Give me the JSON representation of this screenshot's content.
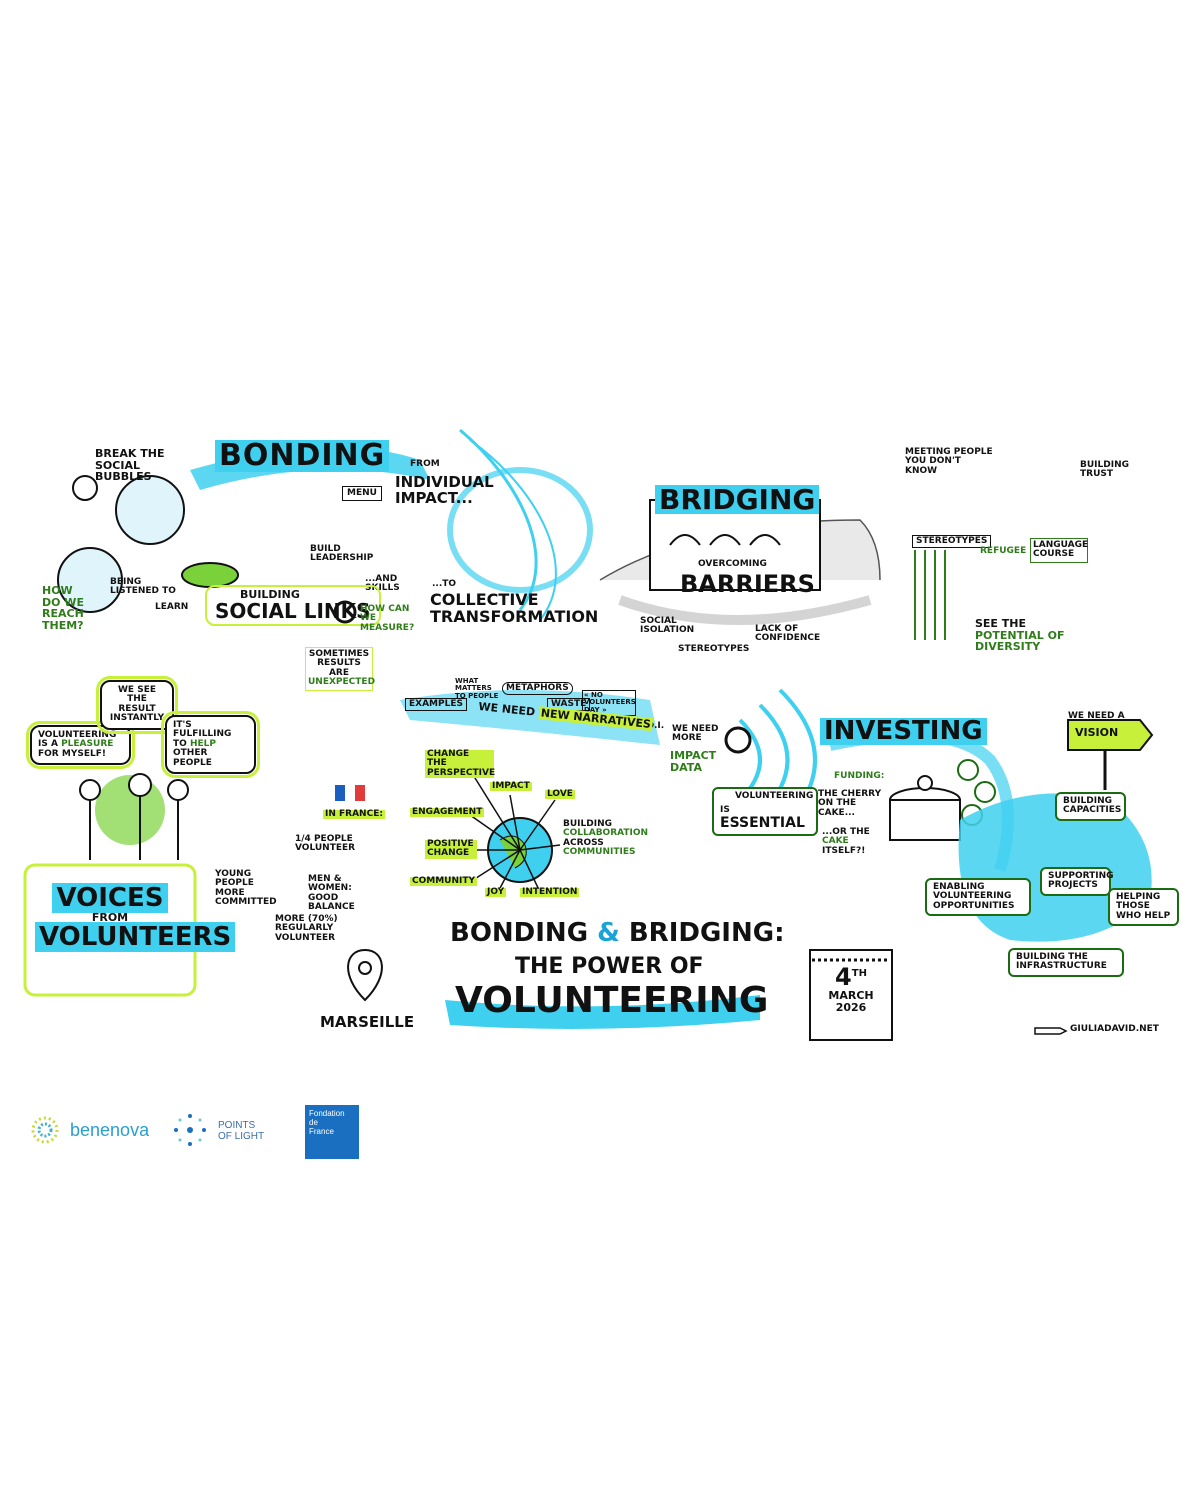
{
  "bonding": {
    "title": "Bonding",
    "break_bubbles": "Break the social bubbles",
    "reach": "How do we reach them?",
    "listened": "Being listened to",
    "learn": "Learn",
    "build_leadership": "Build leadership",
    "and_skills": "...and skills",
    "menu": "Menu",
    "social_links_1": "Building",
    "social_links_2": "Social links",
    "measure": "How can we measure?",
    "unexpected_1": "Sometimes results are",
    "unexpected_2": "unexpected"
  },
  "impact": {
    "from": "From",
    "individual": "individual impact...",
    "to": "...to",
    "collective": "collective transformation"
  },
  "bridging": {
    "title": "Bridging",
    "overcoming": "Overcoming",
    "barriers": "Barriers",
    "social_isolation": "Social isolation",
    "stereotypes": "Stereotypes",
    "lack_confidence": "Lack of confidence"
  },
  "trust": {
    "meeting": "Meeting people you don't know",
    "building_trust": "Building trust",
    "stereotypes_sign": "Stereotypes",
    "refugee": "Refugee",
    "language_course": "Language course",
    "see_potential_1": "See the",
    "see_potential_2": "potential",
    "see_potential_3": "of diversity"
  },
  "voices": {
    "q1_a": "Volunteering is a",
    "q1_b": "pleasure",
    "q1_c": "for myself!",
    "q2": "We see the result instantly",
    "q3_a": "It's fulfilling to",
    "q3_b": "help",
    "q3_c": "other people",
    "title_1": "Voices",
    "title_2": "from",
    "title_3": "Volunteers"
  },
  "france": {
    "flag_label": "In France:",
    "quarter": "1/4 people volunteer",
    "young": "Young people more committed",
    "balance": "Men & women: good balance",
    "regularly": "More (70%) regularly volunteer",
    "city": "Marseille"
  },
  "narratives": {
    "examples": "Examples",
    "what_matters": "What matters to people",
    "metaphors": "Metaphors",
    "waste": "Waste",
    "volunteers_day": "« No volunteers day »",
    "roi": "R.O.I.",
    "title_a": "We need",
    "title_b": "new narratives"
  },
  "globe": {
    "change_perspective": "Change the perspective",
    "impact": "Impact",
    "love": "Love",
    "engagement": "Engagement",
    "positive_change": "Positive change",
    "community": "Community",
    "joy": "Joy",
    "intention": "Intention",
    "collab_a": "Building",
    "collab_b": "collaboration",
    "collab_c": "across",
    "collab_d": "communities"
  },
  "title": {
    "line1_a": "Bonding",
    "line1_amp": "&",
    "line1_b": "Bridging:",
    "line2": "The power of",
    "line3": "Volunteering"
  },
  "date": {
    "day": "4",
    "suffix": "th",
    "month": "March",
    "year": "2026"
  },
  "investing": {
    "need_more": "We need more",
    "impact_data": "impact data",
    "essential_a": "Volunteering",
    "essential_b": "is",
    "essential_c": "essential",
    "title": "Investing",
    "funding": "Funding:",
    "cherry": "the cherry on the cake...",
    "or_the": "...or the",
    "cake": "cake",
    "itself": "itself?!",
    "need_vision_a": "We need a",
    "vision": "Vision",
    "building_capacities": "Building capacities",
    "supporting_projects": "Supporting projects",
    "enabling": "Enabling volunteering opportunities",
    "helping": "Helping those who help",
    "infrastructure": "Building the infrastructure"
  },
  "credit": "Giuliadavid.net",
  "logos": {
    "benenova": "benenova",
    "points_a": "POINTS",
    "points_b": "OF LIGHT",
    "fondation_a": "Fondation",
    "fondation_b": "de",
    "fondation_c": "France"
  },
  "colors": {
    "cyan": "#3fd0f0",
    "lime": "#c6f03a",
    "green": "#2f7d1a",
    "blue": "#1a6fc0"
  }
}
